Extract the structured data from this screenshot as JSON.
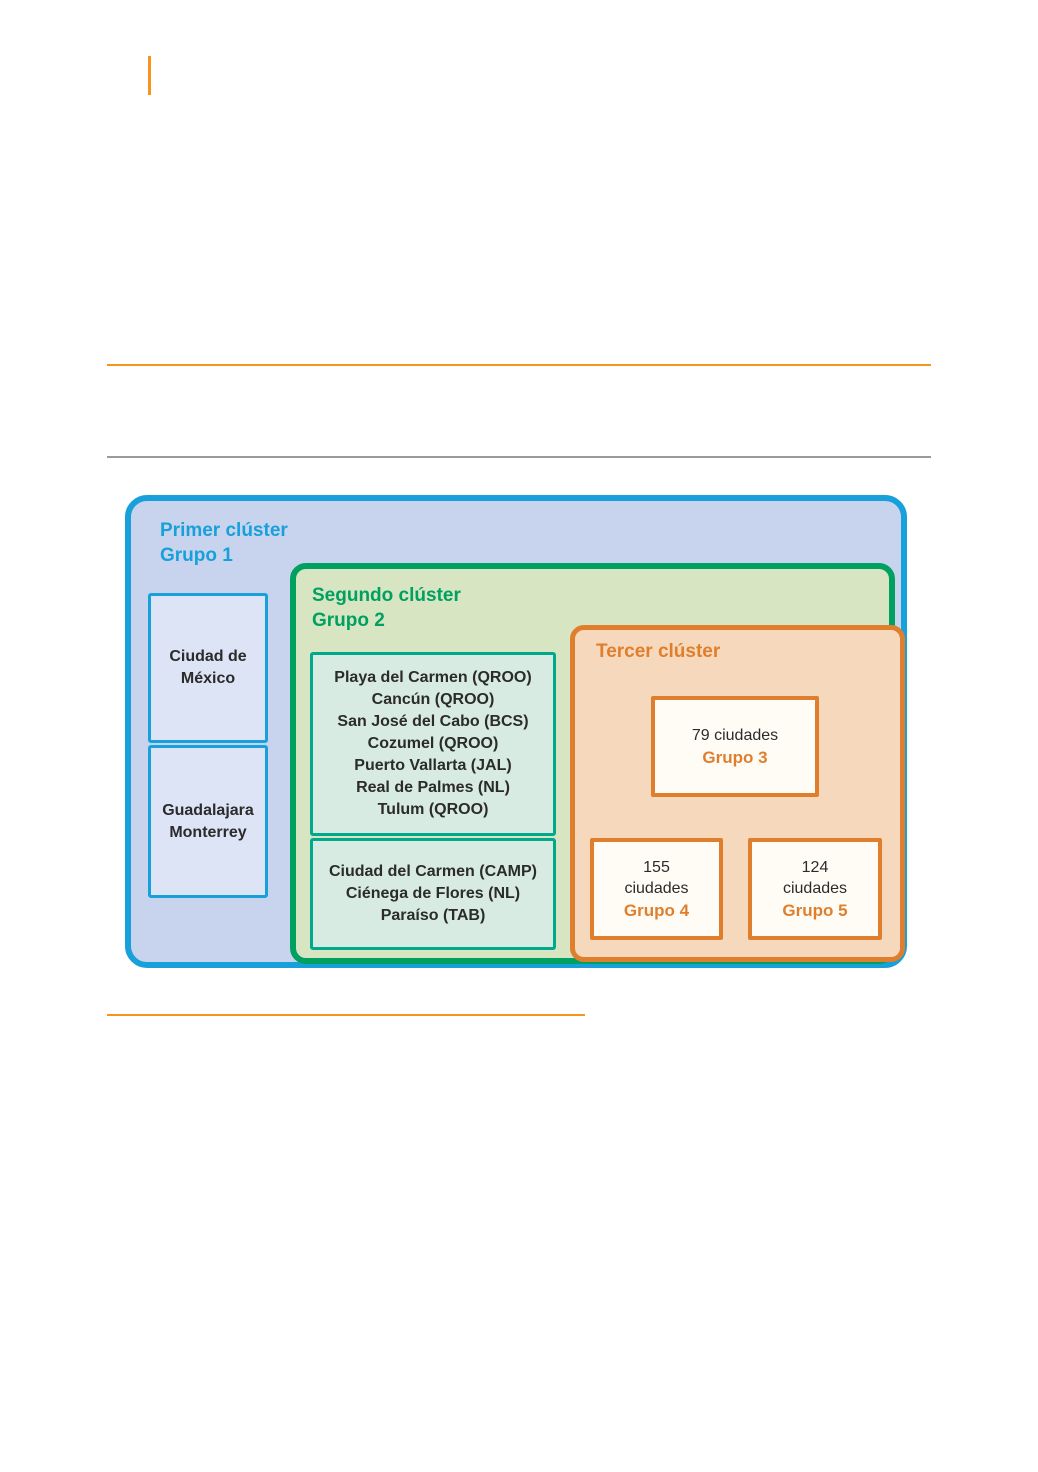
{
  "diagram": {
    "cluster1": {
      "title": "Primer clúster\nGrupo 1",
      "box_mexico": "Ciudad de\nMéxico",
      "box_guadalajara": "Guadalajara\nMonterrey"
    },
    "cluster2": {
      "title": "Segundo clúster\nGrupo 2",
      "box_top": "Playa del Carmen (QROO)\nCancún (QROO)\nSan José del Cabo (BCS)\nCozumel (QROO)\nPuerto Vallarta (JAL)\nReal de Palmes (NL)\nTulum (QROO)",
      "box_bottom": "Ciudad del Carmen (CAMP)\nCiénega de Flores (NL)\nParaíso (TAB)"
    },
    "cluster3": {
      "title": "Tercer clúster",
      "group3": {
        "count": "79 ciudades",
        "label": "Grupo 3"
      },
      "group4": {
        "count": "155\nciudades",
        "label": "Grupo 4"
      },
      "group5": {
        "count": "124\nciudades",
        "label": "Grupo 5"
      }
    },
    "colors": {
      "blue": "#18a0db",
      "blue_fill": "#c8d4ee",
      "green": "#00a160",
      "green_fill": "#d7e5c3",
      "teal": "#00a98c",
      "teal_fill": "#d8ebe3",
      "orange": "#df7f2e",
      "orange_fill": "#f6d9bc",
      "divider_orange": "#f7941d",
      "divider_gray": "#9a9a9a"
    }
  }
}
